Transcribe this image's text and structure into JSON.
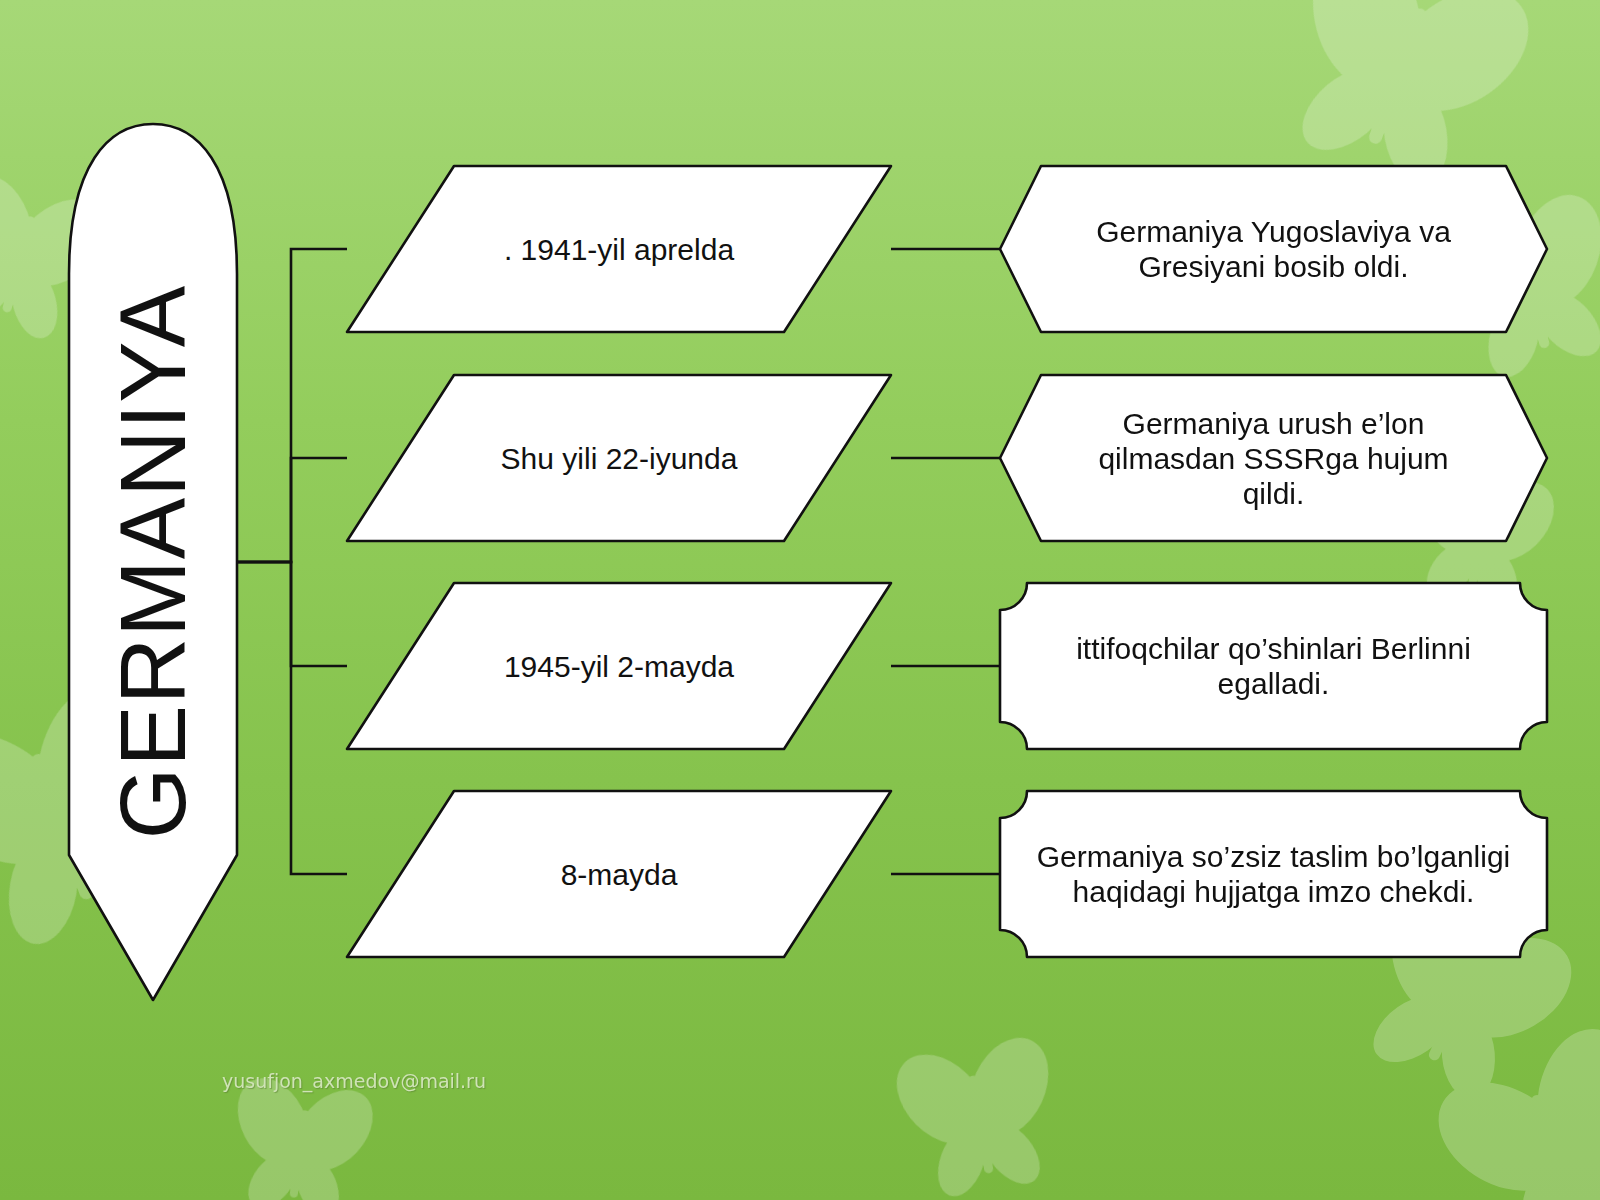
{
  "diagram": {
    "nodes": [
      {
        "text": [
          "GERMANIYA"
        ]
      },
      {
        "text": [
          ". 1941-yil aprelda"
        ]
      },
      {
        "text": [
          "Germaniya Yugoslaviya va Gresiyani bosib oldi."
        ]
      },
      {
        "text": [
          "Shu yili 22-iyunda"
        ]
      },
      {
        "text": [
          "Germaniya urush e’lon qilmasdan SSSRga hujum qildi."
        ]
      },
      {
        "text": [
          "1945-yil 2-mayda"
        ]
      },
      {
        "text": [
          "ittifoqchilar qo’shinlari Berlinni egalladi."
        ]
      },
      {
        "text": [
          "8-mayda"
        ]
      },
      {
        "text": [
          "Germaniya so’zsiz taslim bo’lganligi haqidagi hujjatga imzo chekdi."
        ]
      }
    ],
    "edges": [
      {
        "from": 0,
        "to": 1,
        "arrow": "none"
      },
      {
        "from": 0,
        "to": 3,
        "arrow": "none"
      },
      {
        "from": 0,
        "to": 5,
        "arrow": "none"
      },
      {
        "from": 0,
        "to": 7,
        "arrow": "none"
      },
      {
        "from": 1,
        "to": 2,
        "arrow": "none"
      },
      {
        "from": 3,
        "to": 4,
        "arrow": "none"
      },
      {
        "from": 5,
        "to": 6,
        "arrow": "none"
      },
      {
        "from": 7,
        "to": 8,
        "arrow": "none"
      }
    ],
    "labels": [
      "yusufjon_axmedov@mail.ru"
    ]
  }
}
